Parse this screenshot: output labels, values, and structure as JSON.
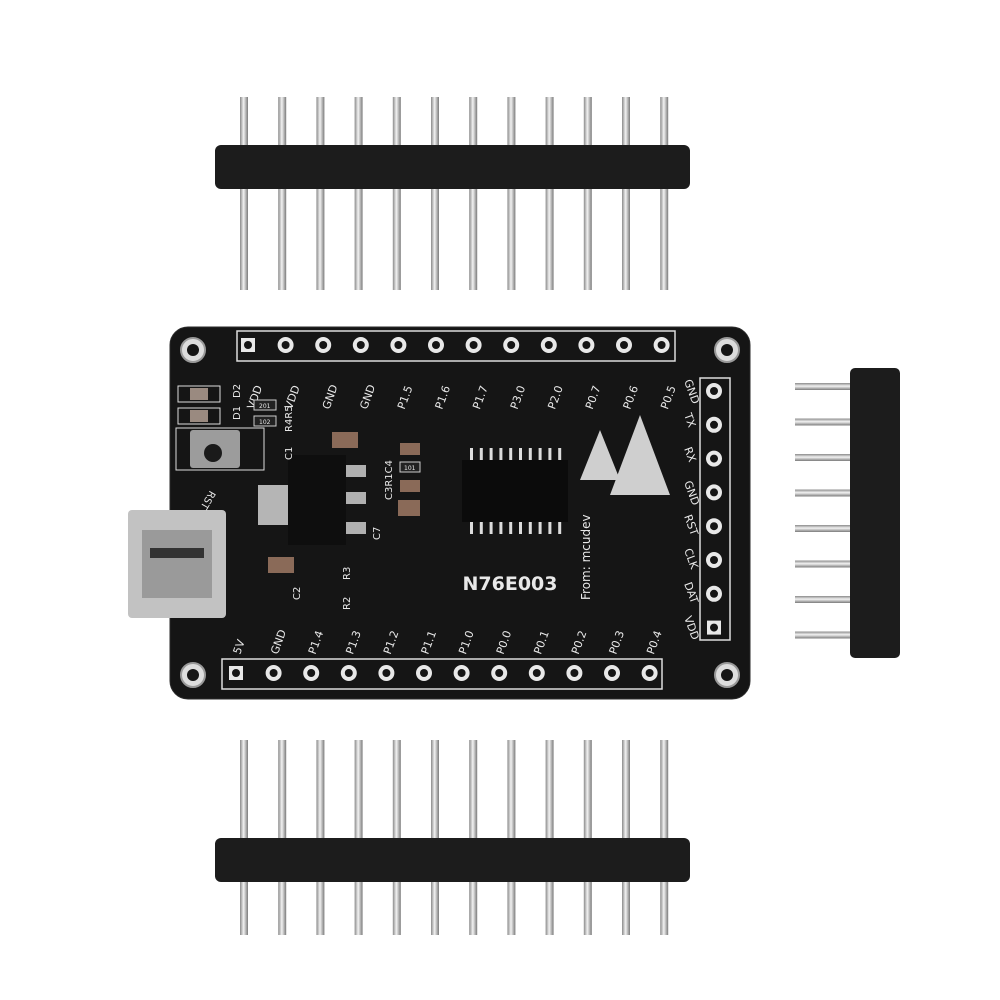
{
  "board": {
    "chip_label": "N76E003",
    "credit": "From: mcudev",
    "top_pins": [
      "VDD",
      "VDD",
      "GND",
      "GND",
      "P1.5",
      "P1.6",
      "P1.7",
      "P3.0",
      "P2.0",
      "P0.7",
      "P0.6",
      "P0.5"
    ],
    "right_pins": [
      "GND",
      "TX",
      "RX",
      "GND",
      "RST",
      "CLK",
      "DAT",
      "VDD"
    ],
    "bottom_pins": [
      "5V",
      "GND",
      "P1.4",
      "P1.3",
      "P1.2",
      "P1.1",
      "P1.0",
      "P0.0",
      "P0.1",
      "P0.2",
      "P0.3",
      "P0.4"
    ],
    "components": {
      "d1": "D1",
      "d2": "D2",
      "r4r5": "R4R5",
      "c1": "C1",
      "rst": "RST",
      "c2": "C2",
      "r2": "R2",
      "r3": "R3",
      "c3r1c4": "C3R1C4",
      "c7": "C7",
      "res_code_1": "201",
      "res_code_2": "102",
      "res_code_3": "101"
    },
    "colors": {
      "pcb": "#151515",
      "silkscreen": "#e8e8e8",
      "pin": "#c8c8c8",
      "header": "#1c1c1c"
    }
  },
  "headers": {
    "top_pin_count": 12,
    "bottom_pin_count": 12,
    "right_pin_count": 8
  }
}
